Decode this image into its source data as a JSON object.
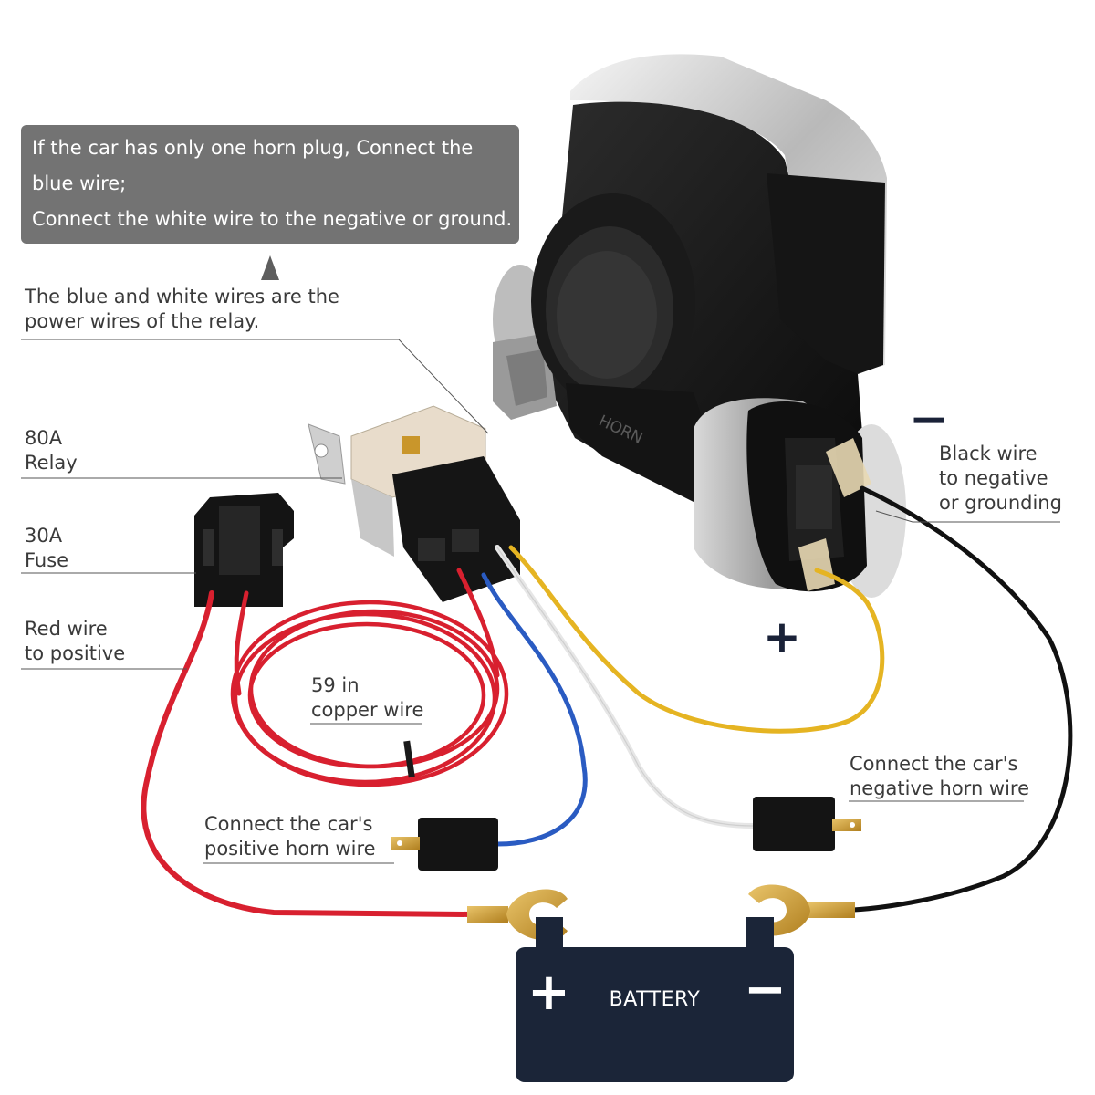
{
  "callout": {
    "lines": [
      "If the car has only one horn plug, Connect the",
      "blue wire;",
      "Connect the white wire to the negative or ground."
    ]
  },
  "labels": {
    "relay_power": [
      "The blue and white wires are the",
      "power wires of the relay."
    ],
    "relay": [
      "80A",
      "Relay"
    ],
    "fuse": [
      "30A",
      "Fuse"
    ],
    "red_wire": [
      "Red wire",
      "to positive"
    ],
    "copper_wire": [
      "59 in",
      "copper wire"
    ],
    "positive_horn": [
      "Connect the car's",
      "positive horn wire"
    ],
    "negative_horn": [
      "Connect the car's",
      "negative horn wire"
    ],
    "black_wire": [
      "Black wire",
      "to negative",
      "or grounding"
    ]
  },
  "horn": {
    "text": "HORN",
    "plus": "+",
    "minus": "−"
  },
  "battery": {
    "label": "BATTERY",
    "plus": "+",
    "minus": "−"
  },
  "colors": {
    "red_wire": "#d8202f",
    "blue_wire": "#2a5bc2",
    "white_wire": "#f2f2f2",
    "yellow_wire": "#e5b422",
    "black_wire": "#111111",
    "battery": "#1b2538",
    "terminal": "#c9962b",
    "callout": "#737373"
  }
}
